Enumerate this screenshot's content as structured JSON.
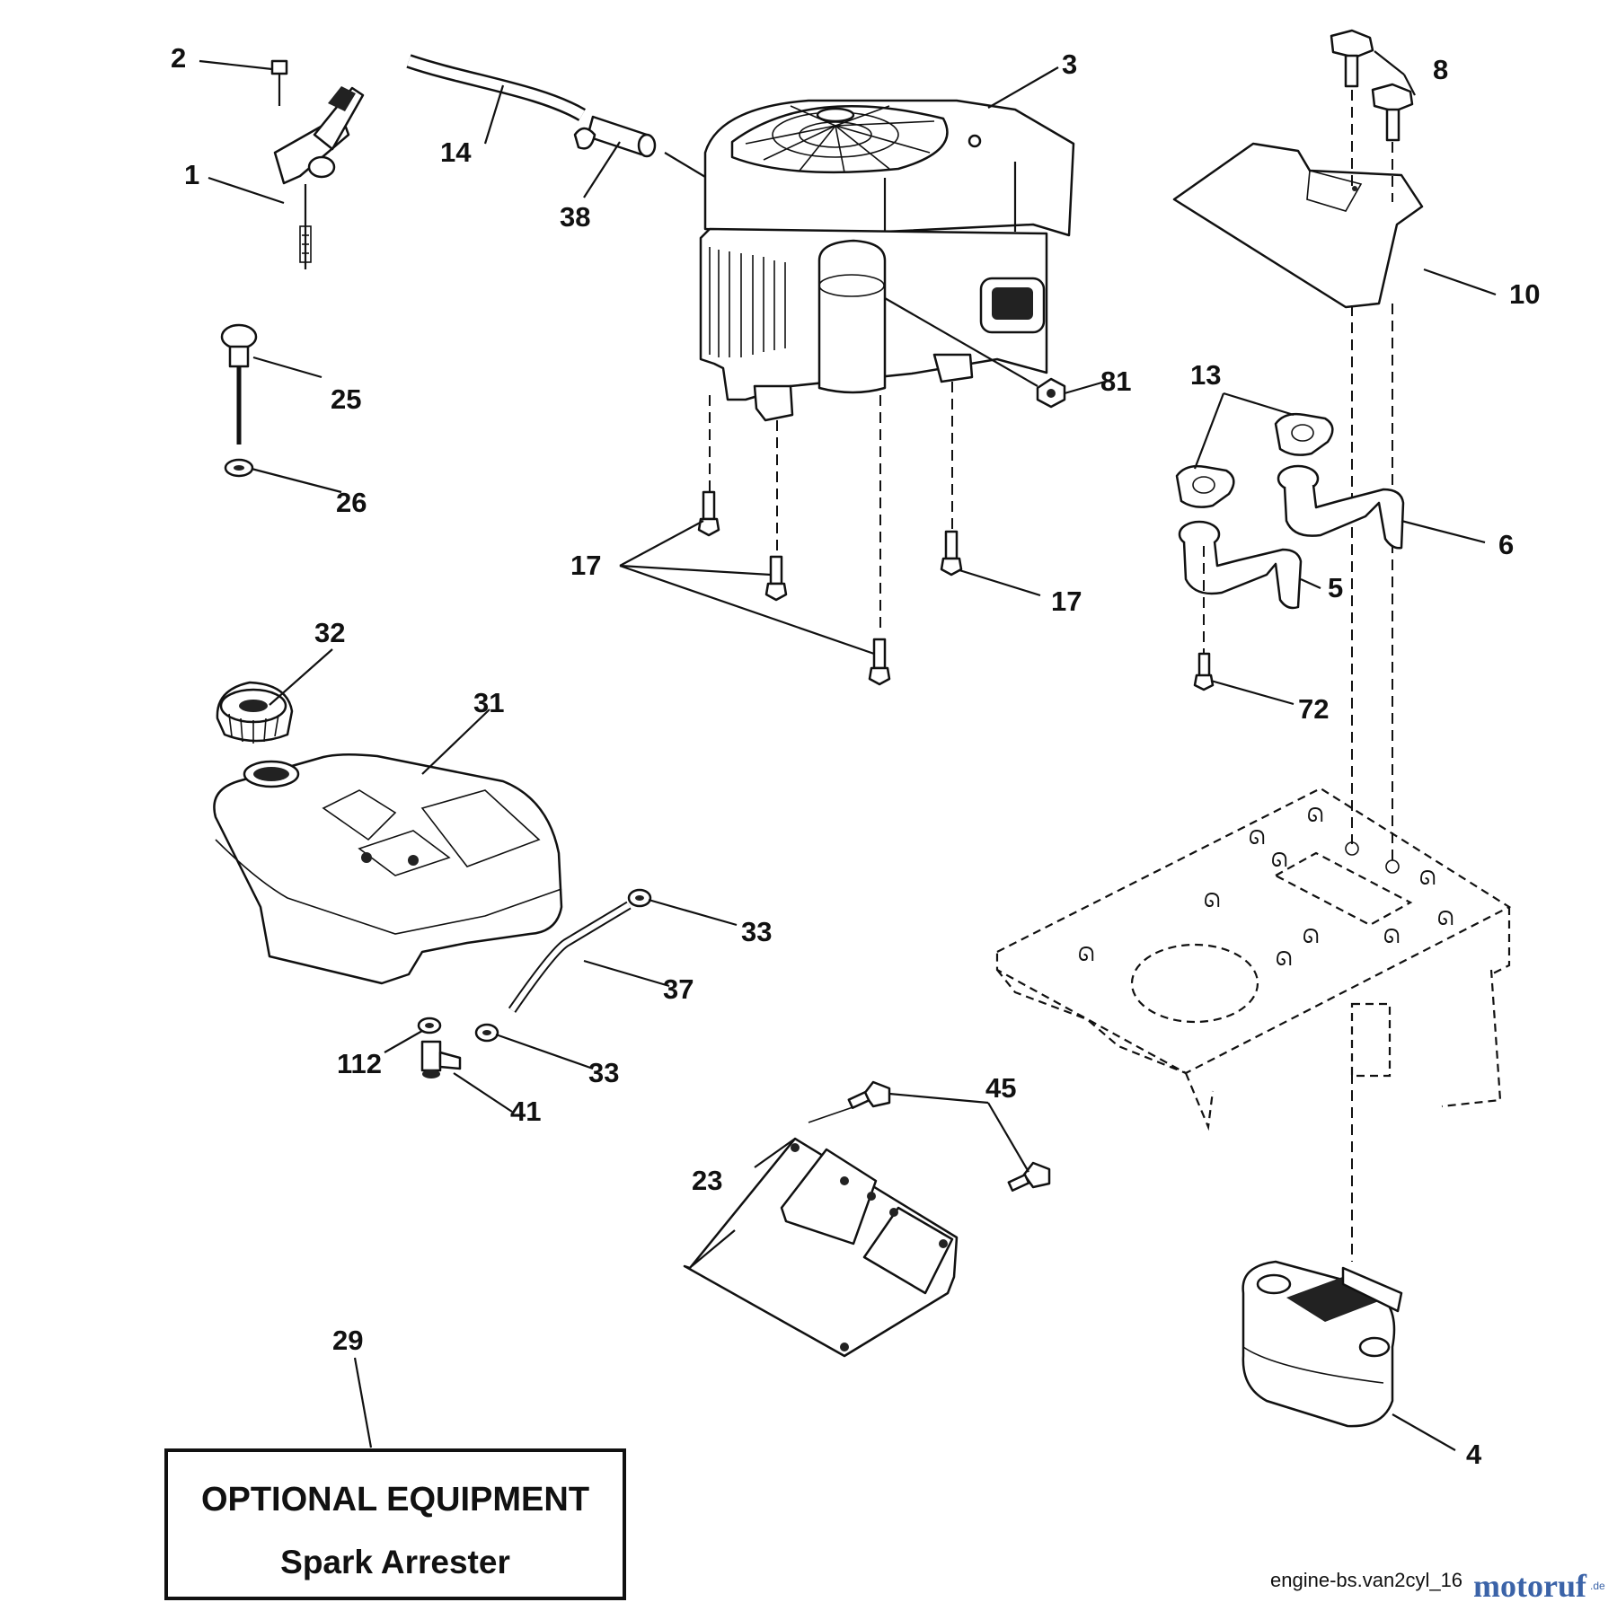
{
  "callouts": {
    "c1": "1",
    "c2": "2",
    "c3": "3",
    "c4": "4",
    "c5": "5",
    "c6": "6",
    "c8": "8",
    "c10": "10",
    "c13": "13",
    "c14": "14",
    "c17a": "17",
    "c17b": "17",
    "c23": "23",
    "c25": "25",
    "c26": "26",
    "c29": "29",
    "c31": "31",
    "c32": "32",
    "c33a": "33",
    "c33b": "33",
    "c37": "37",
    "c38": "38",
    "c41": "41",
    "c45": "45",
    "c72": "72",
    "c81": "81",
    "c112": "112"
  },
  "optional_box": {
    "title": "OPTIONAL EQUIPMENT",
    "subtitle": "Spark Arrester"
  },
  "drawing_ref": "engine-bs.van2cyl_16",
  "watermark": {
    "brand": "motoruf",
    "suffix": ".de",
    "color": "#3b63a8"
  }
}
